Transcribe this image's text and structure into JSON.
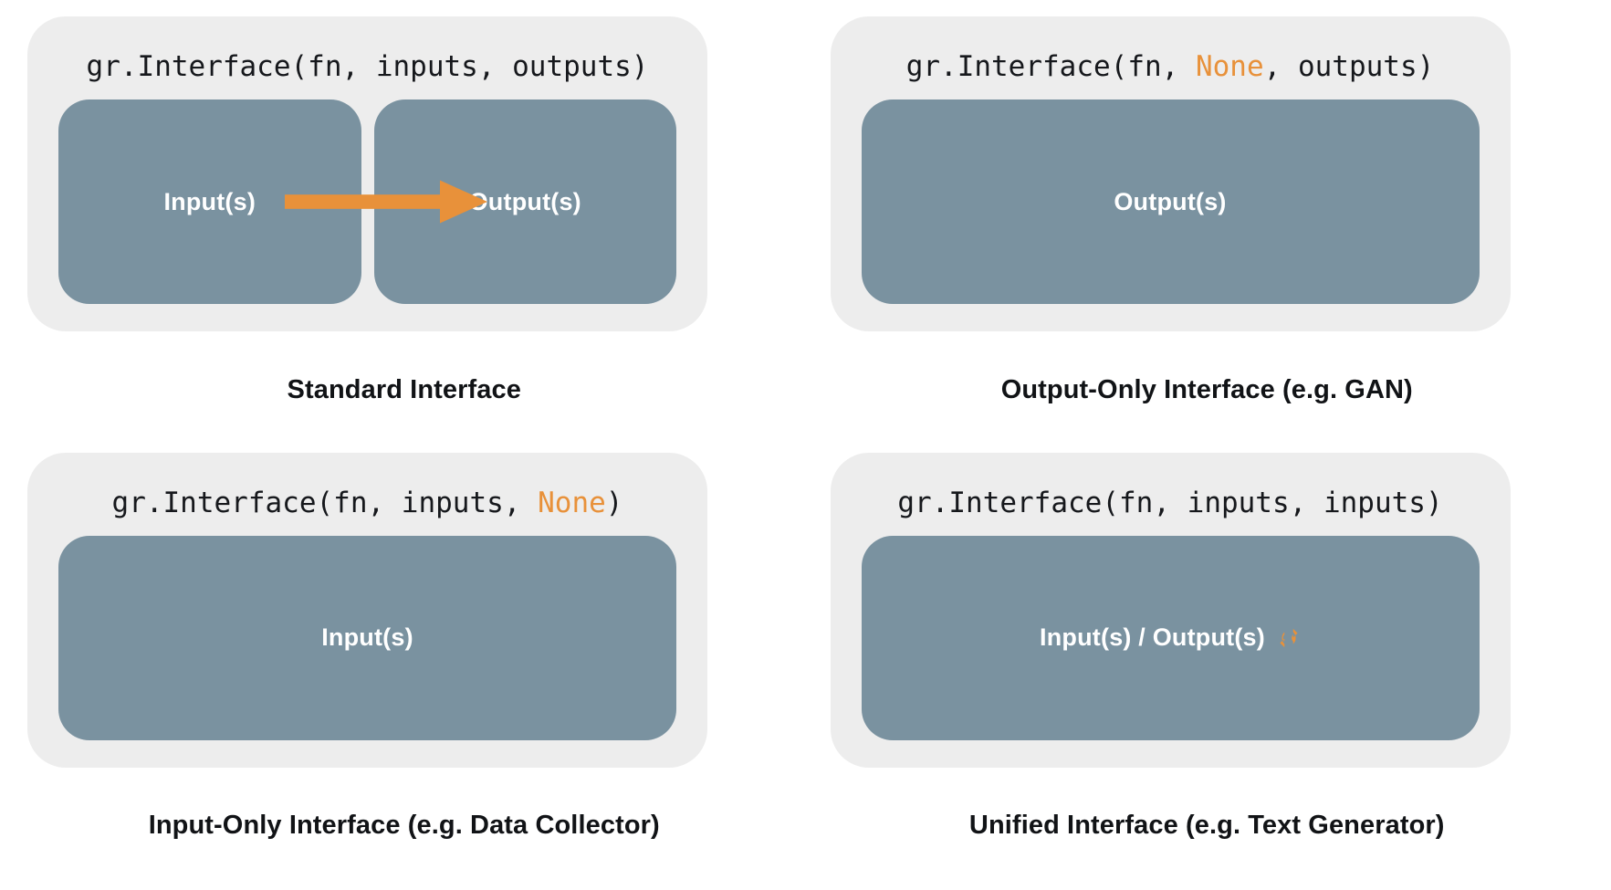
{
  "colors": {
    "card_background": "#EDEDED",
    "io_box": "#7A92A0",
    "accent_orange": "#E8913A",
    "code_text": "#16181C",
    "caption_text": "#111316",
    "box_label": "#FFFFFF",
    "page_background": "#FFFFFF"
  },
  "panels": [
    {
      "id": "standard-interface",
      "code": {
        "prefix": "gr.Interface(fn, inputs, outputs)",
        "part1": "gr.Interface(fn, inputs, outputs)",
        "highlight": "",
        "part2": ""
      },
      "boxes": [
        {
          "label": "Input(s)"
        },
        {
          "label": "Output(s)"
        }
      ],
      "arrow": {
        "present": true,
        "direction": "left-to-right",
        "color": "#E8913A"
      },
      "caption": "Standard Interface"
    },
    {
      "id": "output-only-interface",
      "code": {
        "part1": "gr.Interface(fn, ",
        "highlight": "None",
        "part2": ", outputs)"
      },
      "boxes": [
        {
          "label": "Output(s)"
        }
      ],
      "arrow": {
        "present": false
      },
      "caption": "Output-Only Interface (e.g. GAN)"
    },
    {
      "id": "input-only-interface",
      "code": {
        "part1": "gr.Interface(fn, inputs, ",
        "highlight": "None",
        "part2": ")"
      },
      "boxes": [
        {
          "label": "Input(s)"
        }
      ],
      "arrow": {
        "present": false
      },
      "caption": "Input-Only Interface (e.g. Data Collector)"
    },
    {
      "id": "unified-interface",
      "code": {
        "part1": "gr.Interface(fn, inputs, inputs)",
        "highlight": "",
        "part2": ""
      },
      "boxes": [
        {
          "label": "Input(s) / Output(s)",
          "icon": "sync-icon"
        }
      ],
      "arrow": {
        "present": false
      },
      "caption": "Unified Interface (e.g. Text Generator)"
    }
  ]
}
